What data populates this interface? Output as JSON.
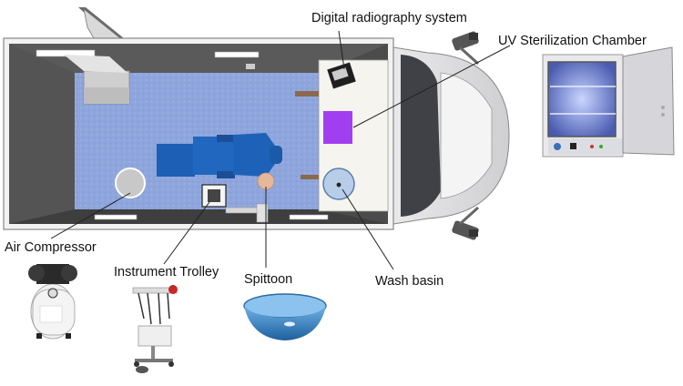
{
  "labels": {
    "digital_radiography": "Digital radiography system",
    "uv_sterilization": "UV Sterilization Chamber",
    "air_compressor": "Air Compressor",
    "instrument_trolley": "Instrument Trolley",
    "spittoon": "Spittoon",
    "wash_basin": "Wash basin"
  },
  "colors": {
    "floor": "#8fa6dd",
    "wall": "#4a4a4a",
    "dental_chair": "#1c5fb4",
    "uv_panel": "#a13ff0",
    "spittoon_blue": "#3a86c8"
  }
}
